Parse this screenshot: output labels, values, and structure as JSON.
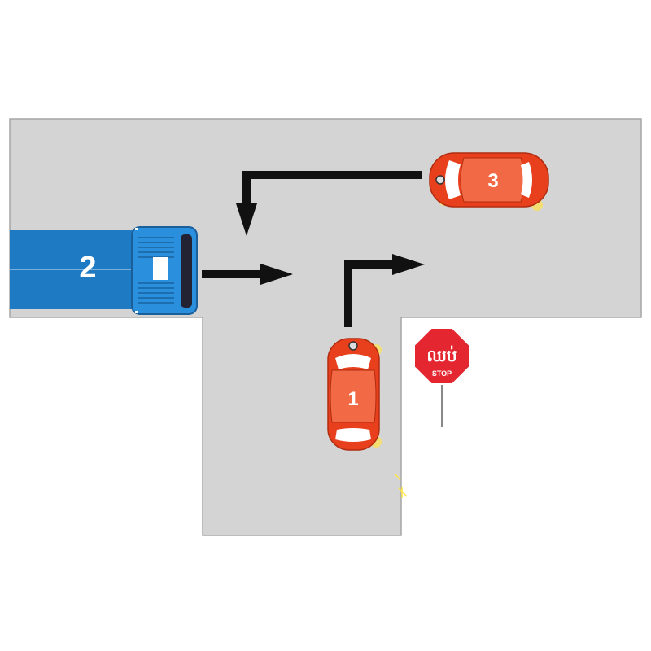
{
  "vehicles": {
    "truck": {
      "label": "2",
      "color": "#1f7ac4"
    },
    "car_bottom": {
      "label": "1",
      "color": "#e8401c"
    },
    "car_top": {
      "label": "3",
      "color": "#e8401c"
    }
  },
  "stop_sign": {
    "khmer_text": "ឈប់",
    "english_text": "STOP",
    "color": "#e3262f"
  },
  "colors": {
    "road": "#d4d4d4",
    "road_edge": "#9a9a9a",
    "arrow": "#111111",
    "signal": "#ffe24a"
  }
}
